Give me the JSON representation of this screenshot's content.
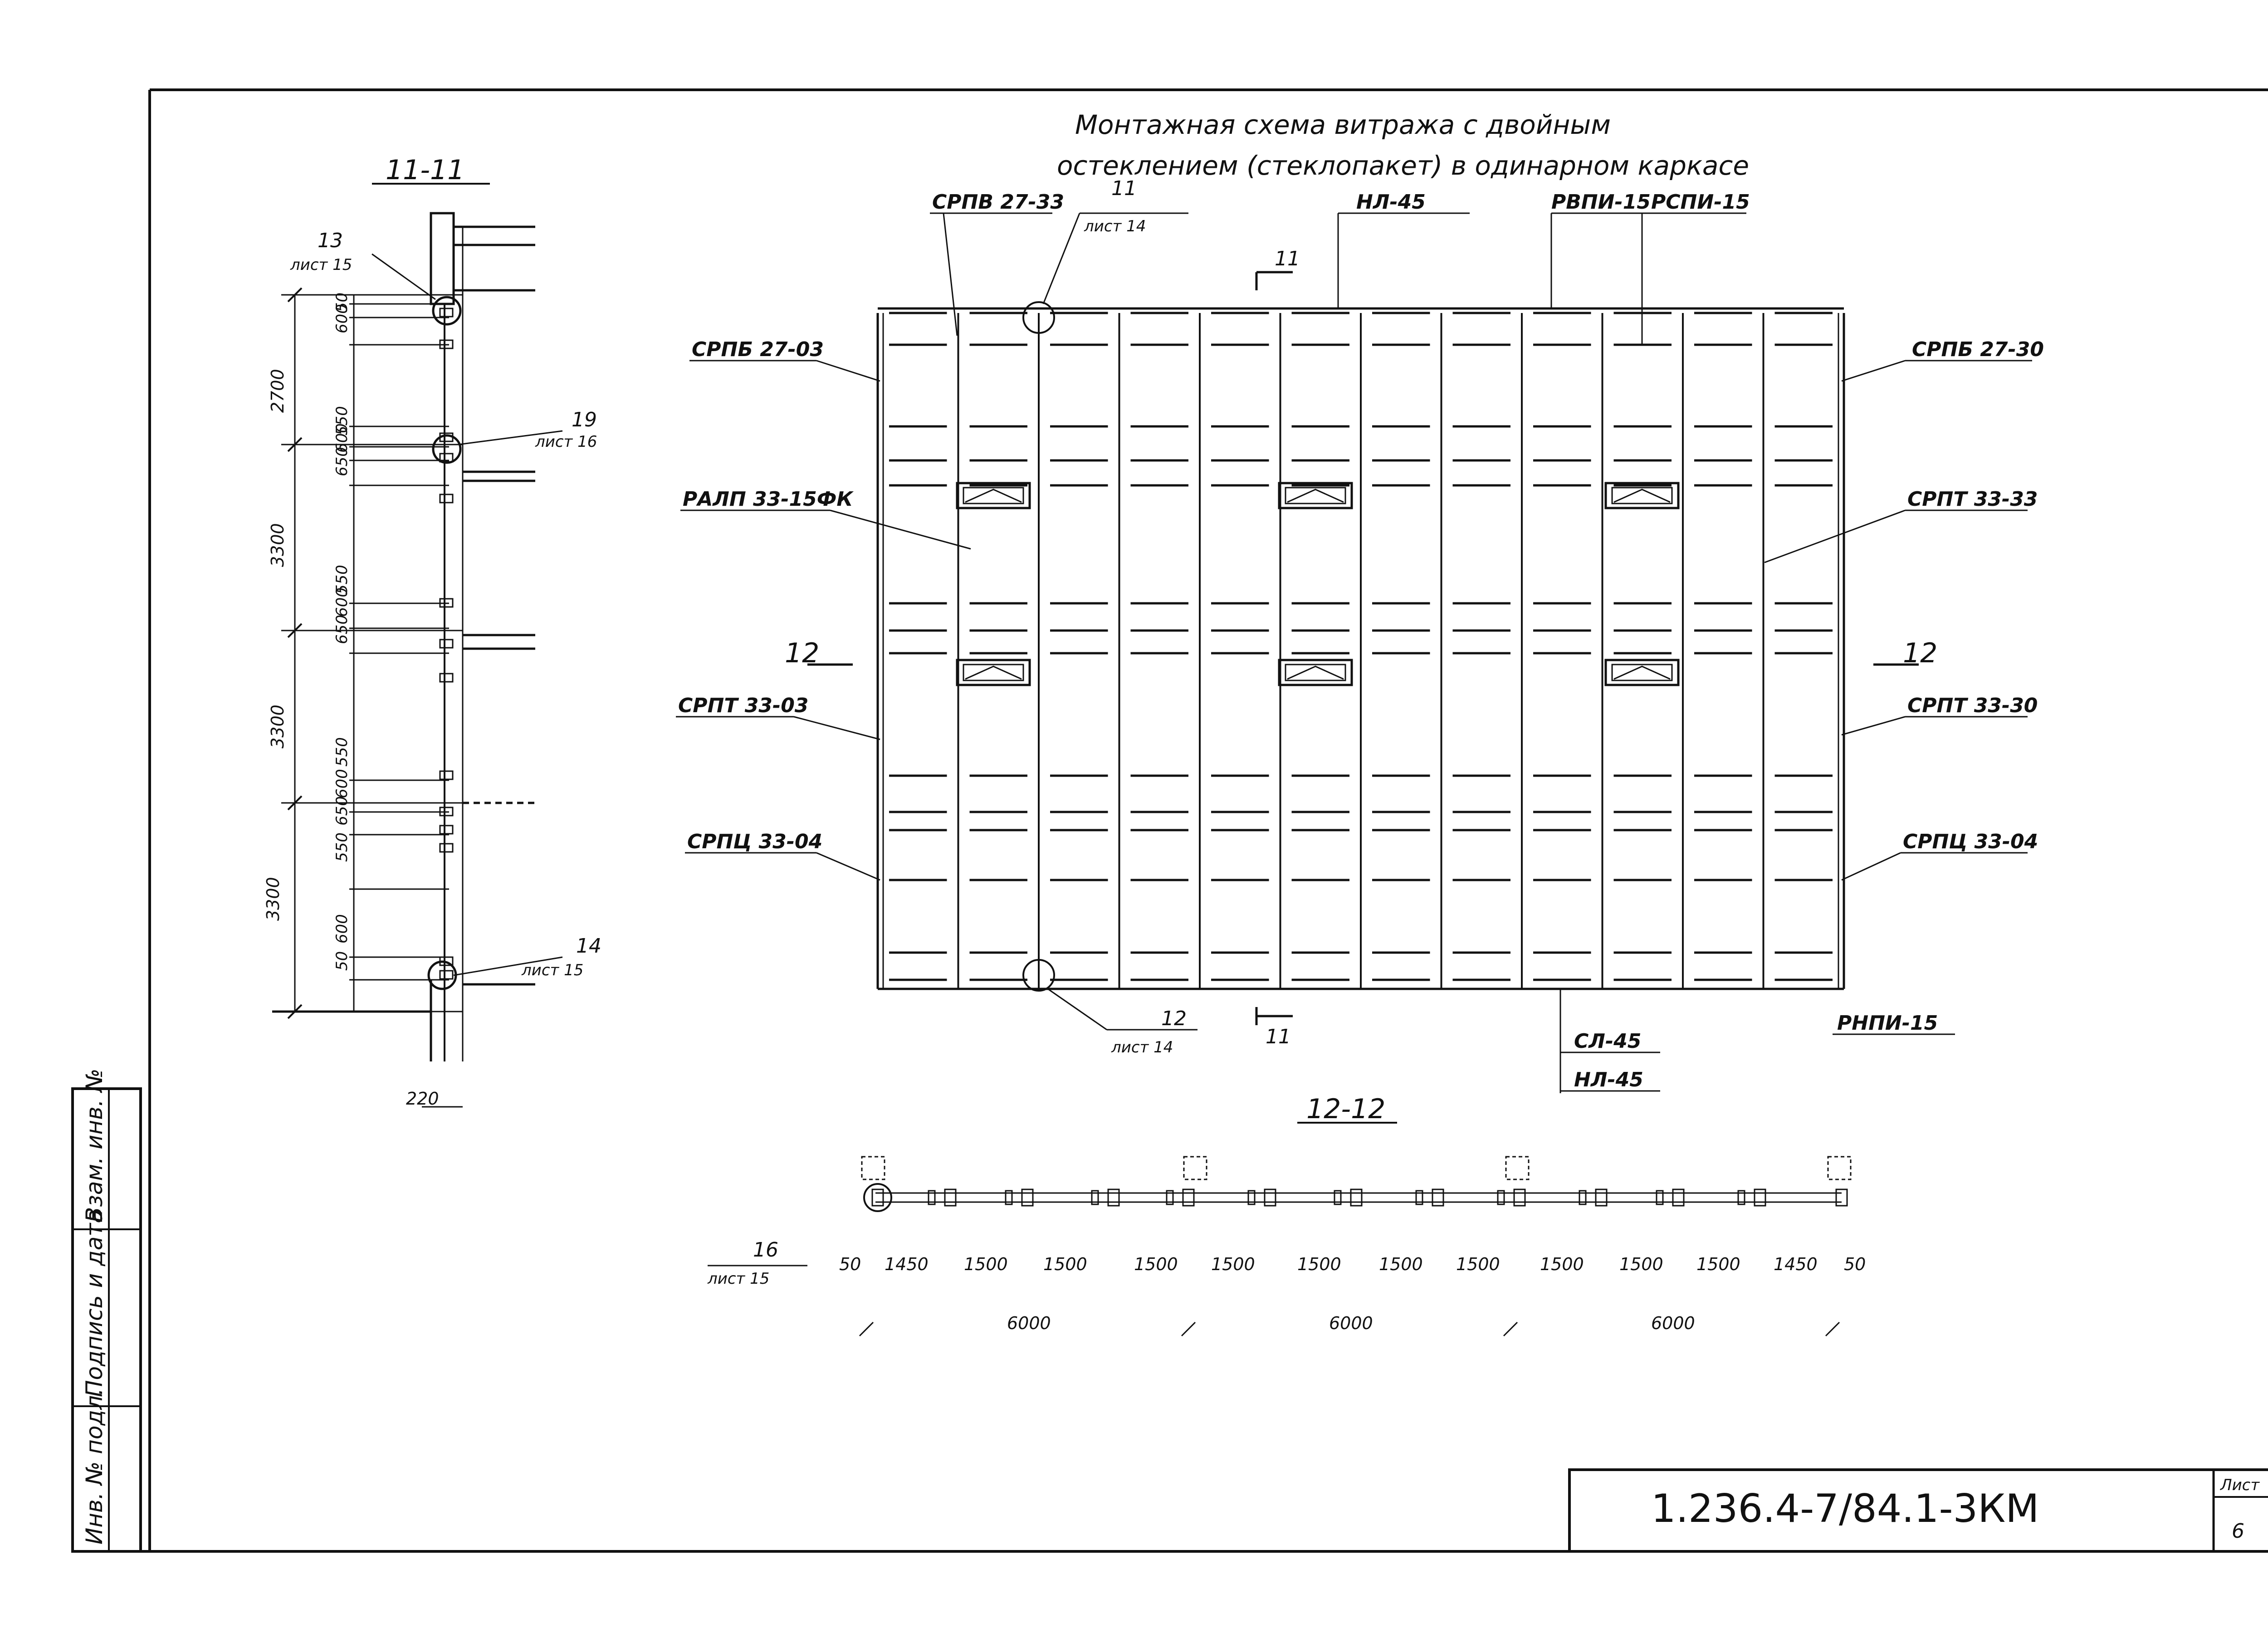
{
  "title": {
    "line1": "Монтажная схема витража с двойным",
    "line2": "остеклением (стеклопакет) в одинарном каркасе"
  },
  "section_11": {
    "heading": "11-11",
    "callouts": [
      {
        "num": "13",
        "sheet": "лист 15"
      },
      {
        "num": "19",
        "sheet": "лист 16"
      },
      {
        "num": "14",
        "sheet": "лист 15"
      }
    ],
    "dims_main": [
      "2700",
      "3300",
      "3300",
      "3300"
    ],
    "dims_small": [
      "50",
      "600",
      "550",
      "600",
      "650",
      "550",
      "600",
      "650",
      "550",
      "600",
      "650",
      "550",
      "600",
      "50"
    ],
    "bottom_dim": "220"
  },
  "elevation": {
    "labels": {
      "srpv_top": "СРПВ 27-33",
      "nl_top": "НЛ-45",
      "rvpi": "РВПИ-15",
      "rspi": "РСПИ-15",
      "srpb_left": "СРПБ 27-03",
      "srpb_right": "СРПБ 27-30",
      "ralp": "РАЛП 33-15ФК",
      "srpt_right_top": "СРПТ 33-33",
      "srpt_left": "СРПТ 33-03",
      "srpt_right": "СРПТ 33-30",
      "srpc_left": "СРПЦ 33-04",
      "srpc_right": "СРПЦ 33-04",
      "sl": "СЛ-45",
      "nl_bottom": "НЛ-45",
      "rnpi": "РНПИ-15"
    },
    "callout_top": {
      "num": "11",
      "sheet": "лист 14"
    },
    "callout_bottom": {
      "num": "12",
      "sheet": "лист 14"
    },
    "cut_11": "11",
    "cut_12": "12"
  },
  "section_12": {
    "heading": "12-12",
    "callout": {
      "num": "16",
      "sheet": "лист 15"
    },
    "dims_small": [
      "50",
      "1450",
      "1500",
      "1500",
      "1500",
      "1500",
      "1500",
      "1500",
      "1500",
      "1500",
      "1500",
      "1500",
      "1450",
      "50"
    ],
    "dims_large": [
      "6000",
      "6000",
      "6000"
    ]
  },
  "stamp": {
    "col1": "Инв. № подл.",
    "col2": "Подпись и дата",
    "col3": "Взам. инв. №"
  },
  "title_block": {
    "code": "1.236.4-7/84.1-3КМ",
    "sheet_label": "Лист",
    "sheet_num": "6"
  }
}
